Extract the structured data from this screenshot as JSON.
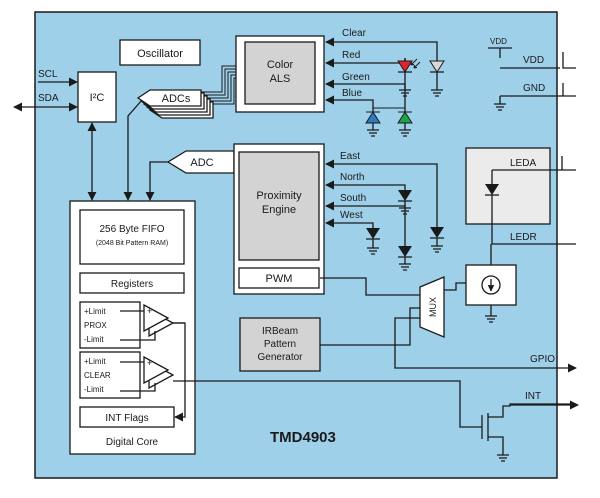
{
  "chip": {
    "name": "TMD4903"
  },
  "blocks": {
    "oscillator": "Oscillator",
    "i2c": "I²C",
    "adcs": "ADCs",
    "adc": "ADC",
    "color_als": [
      "Color",
      "ALS"
    ],
    "proximity_engine": [
      "Proximity",
      "Engine"
    ],
    "pwm": "PWM",
    "mux": "MUX",
    "irbeam": [
      "IRBeam",
      "Pattern",
      "Generator"
    ],
    "fifo": "256 Byte FIFO",
    "fifo_sub": "(2048 Bit Pattern RAM)",
    "registers": "Registers",
    "prox_comp": {
      "upper": "+Limit",
      "name": "PROX",
      "lower": "-Limit"
    },
    "clear_comp": {
      "upper": "+Limit",
      "name": "CLEAR",
      "lower": "-Limit"
    },
    "int_flags": "INT Flags",
    "digital_core": "Digital Core"
  },
  "pins": {
    "scl": "SCL",
    "sda": "SDA",
    "vdd_rail": "VDD",
    "vdd": "VDD",
    "gnd": "GND",
    "leda": "LEDA",
    "ledr": "LEDR",
    "gpio": "GPIO",
    "int": "INT"
  },
  "channels": {
    "clear": "Clear",
    "red": "Red",
    "green": "Green",
    "blue": "Blue",
    "east": "East",
    "north": "North",
    "south": "South",
    "west": "West"
  },
  "colors": {
    "chip_fill": "#9fd0ea",
    "block_gray": "#d3d3d3",
    "led_area": "#ebebeb",
    "diode_red": "#e0242b",
    "diode_green": "#1fa34a",
    "diode_blue": "#2f7ac0",
    "diode_clear": "#d9d9d9"
  }
}
